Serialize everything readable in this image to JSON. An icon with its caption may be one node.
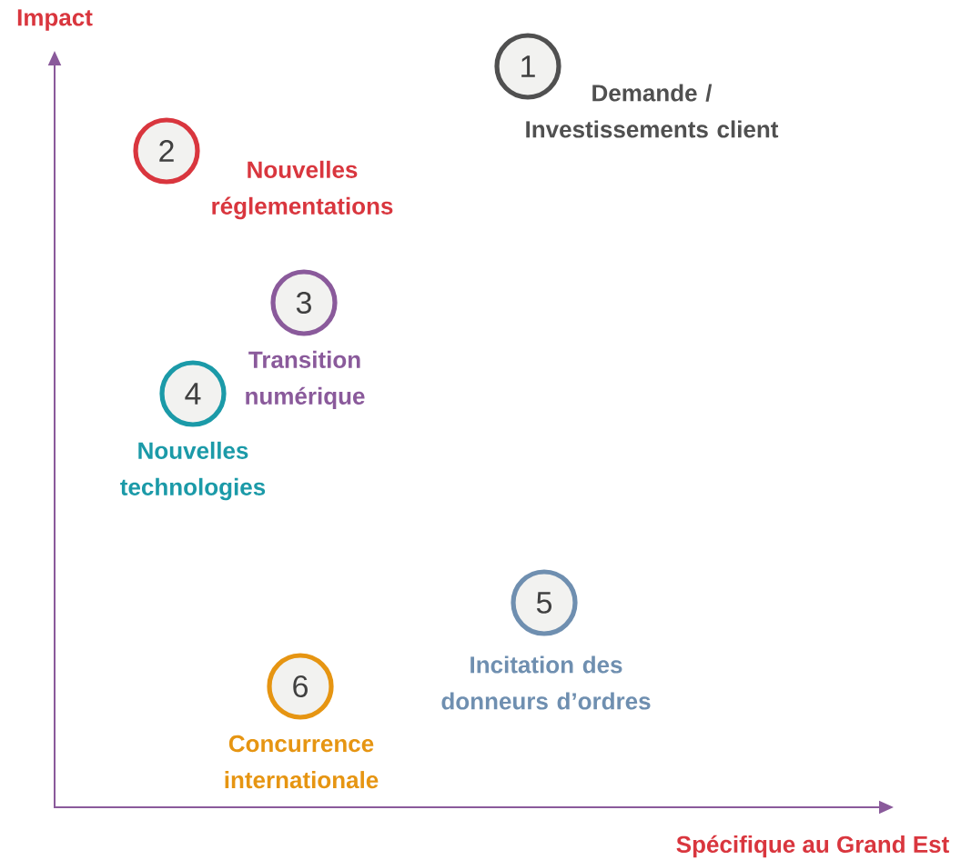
{
  "diagram": {
    "nodes": [
      {
        "text": [
          "1"
        ],
        "beside": [
          "Demande / Investissements client"
        ]
      },
      {
        "text": [
          "2"
        ],
        "beside": [
          "Nouvelles réglementations"
        ]
      },
      {
        "text": [
          "3"
        ],
        "beside": [
          "Transition numérique"
        ]
      },
      {
        "text": [
          "4"
        ],
        "beside": [
          "Nouvelles technologies"
        ]
      },
      {
        "text": [
          "5"
        ],
        "beside": [
          "Incitation des donneurs d’ordres"
        ]
      },
      {
        "text": [
          "6"
        ],
        "beside": [
          "Concurrence internationale"
        ]
      }
    ],
    "labels": [
      "Impact",
      "Spécifique au Grand Est"
    ]
  }
}
